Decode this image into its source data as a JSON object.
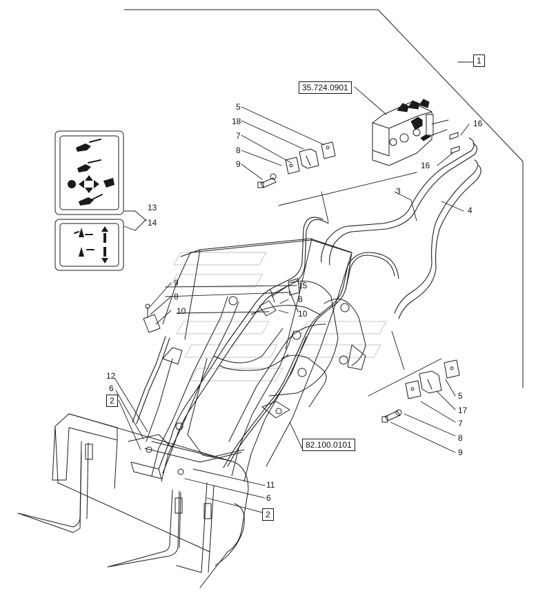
{
  "callouts": {
    "c1": "1",
    "c2a": "2",
    "c2b": "2",
    "c3": "3",
    "c4": "4",
    "c5a": "5",
    "c5b": "5",
    "c6a": "6",
    "c6b": "6",
    "c7a": "7",
    "c7b": "7",
    "c8a": "8",
    "c8b": "8",
    "c8c": "8",
    "c8d": "8",
    "c9a": "9",
    "c9b": "9",
    "c9c": "9",
    "c10a": "10",
    "c10b": "10",
    "c11": "11",
    "c12": "12",
    "c13": "13",
    "c14": "14",
    "c15": "15",
    "c16a": "16",
    "c16b": "16",
    "c17": "17",
    "c18": "18"
  },
  "references": {
    "valve_ref": "35.724.0901",
    "frame_ref": "82.100.0101"
  },
  "colors": {
    "line": "#1a1a1a",
    "background": "#ffffff"
  }
}
